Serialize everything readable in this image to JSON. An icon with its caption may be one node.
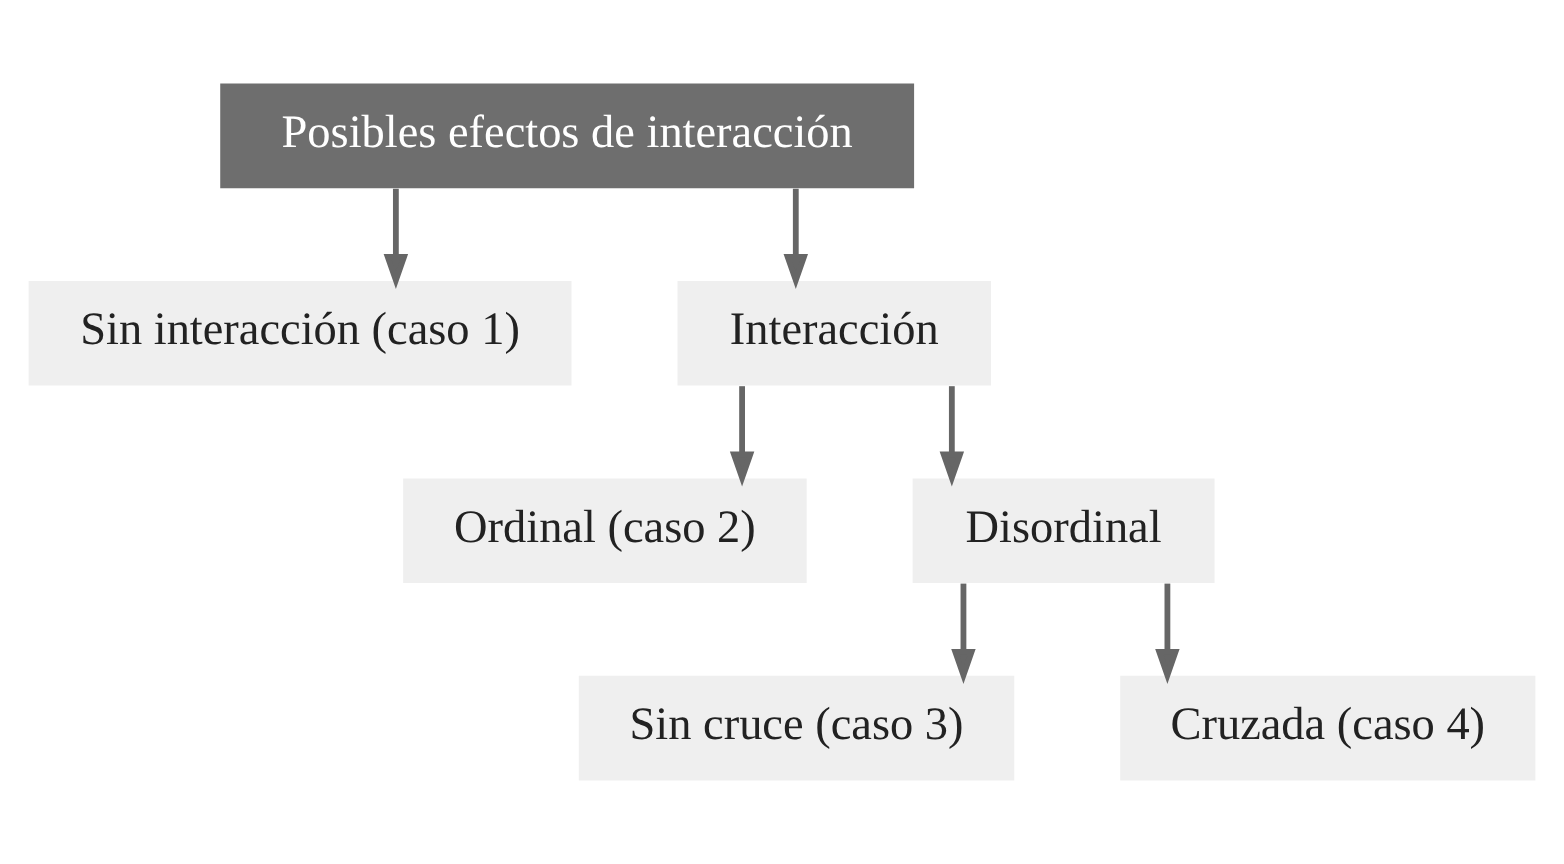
{
  "diagram": {
    "nodes": [
      {
        "text": [
          "Posibles efectos de interacción"
        ]
      },
      {
        "text": [
          "Sin interacción (caso 1)"
        ]
      },
      {
        "text": [
          "Interacción"
        ]
      },
      {
        "text": [
          "Ordinal (caso 2)"
        ]
      },
      {
        "text": [
          "Disordinal"
        ]
      },
      {
        "text": [
          "Sin cruce (caso 3)"
        ]
      },
      {
        "text": [
          "Cruzada (caso 4)"
        ]
      }
    ],
    "edges": [
      {
        "from": 0,
        "to": 1,
        "arrow": "to"
      },
      {
        "from": 0,
        "to": 2,
        "arrow": "to"
      },
      {
        "from": 2,
        "to": 3,
        "arrow": "to"
      },
      {
        "from": 2,
        "to": 4,
        "arrow": "to"
      },
      {
        "from": 4,
        "to": 5,
        "arrow": "to"
      },
      {
        "from": 4,
        "to": 6,
        "arrow": "to"
      }
    ]
  }
}
